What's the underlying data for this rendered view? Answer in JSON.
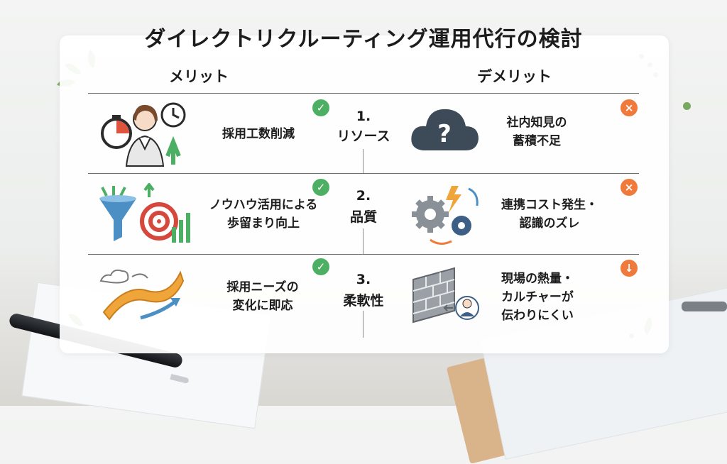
{
  "title": "ダイレクトリクルーティング運用代行の検討",
  "columns": {
    "merit": "メリット",
    "demerit": "デメリット"
  },
  "rows": [
    {
      "number": "1.",
      "topic": "リソース",
      "merit_lines": [
        "採用工数削減"
      ],
      "demerit_lines": [
        "社内知見の",
        "蓄積不足"
      ]
    },
    {
      "number": "2.",
      "topic": "品質",
      "merit_lines": [
        "ノウハウ活用による",
        "歩留まり向上"
      ],
      "demerit_lines": [
        "連携コスト発生・",
        "認識のズレ"
      ]
    },
    {
      "number": "3.",
      "topic": "柔軟性",
      "merit_lines": [
        "採用ニーズの",
        "変化に即応"
      ],
      "demerit_lines": [
        "現場の熱量・",
        "カルチャーが",
        "伝わりにくい"
      ]
    }
  ],
  "badges": {
    "merit": "✓",
    "demerit_x": "×",
    "demerit_down": "↓"
  },
  "colors": {
    "ok": "#4caf63",
    "ng": "#ef7a3c",
    "cloud": "#3d4a57",
    "funnel": "#4b8fc4",
    "target": "#d6483b",
    "ribbon": "#f0a53a"
  }
}
